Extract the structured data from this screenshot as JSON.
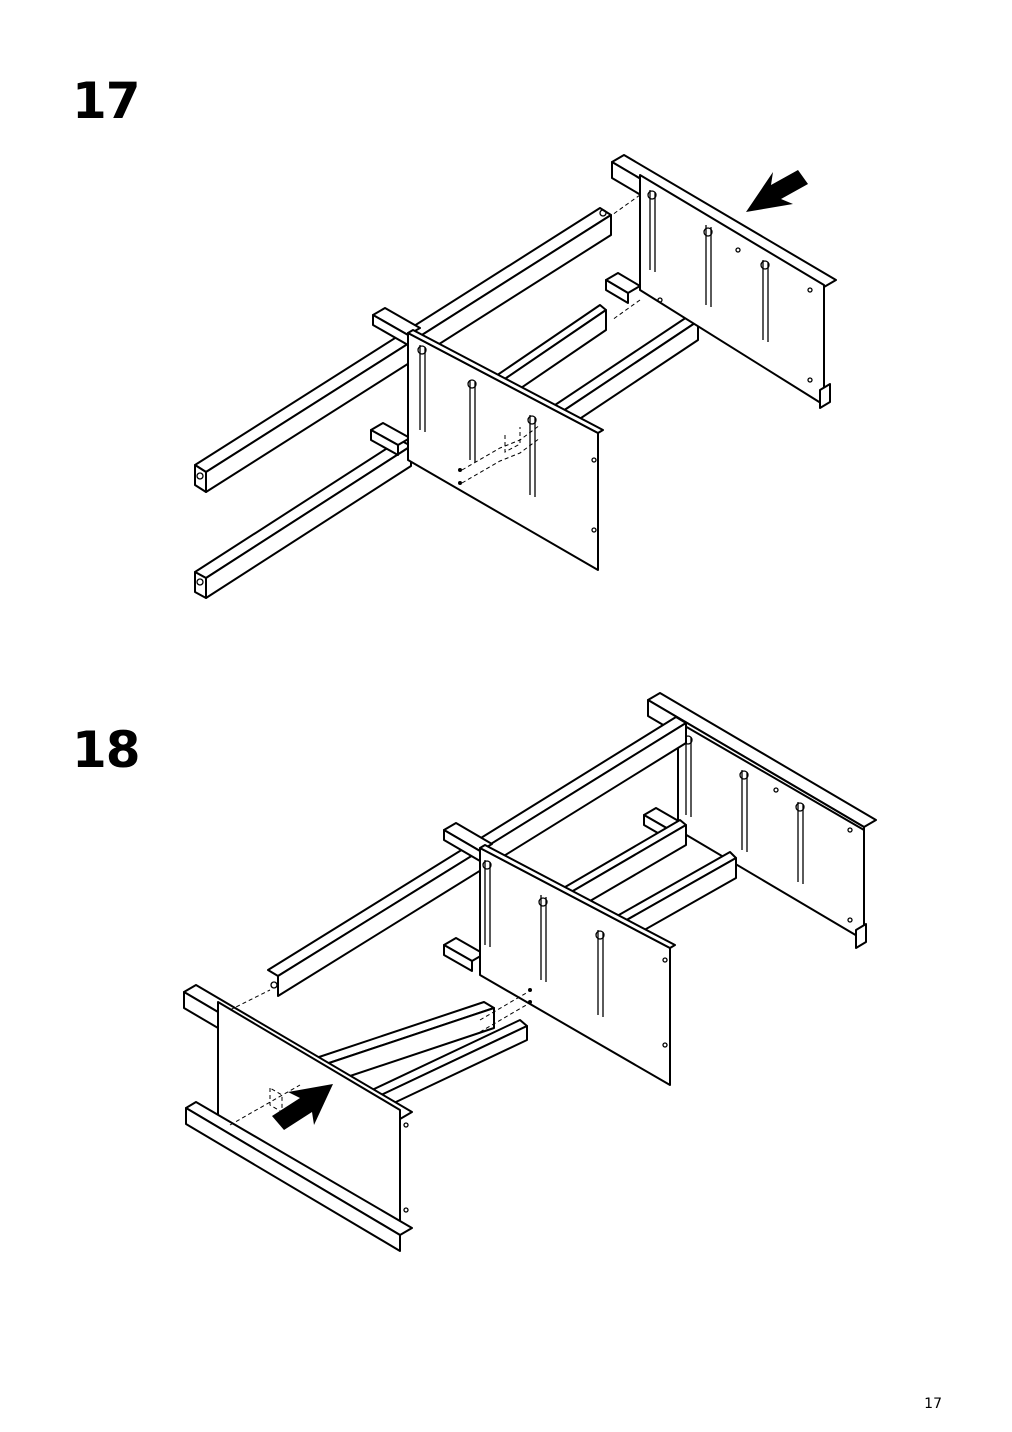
{
  "steps": [
    {
      "number": "17"
    },
    {
      "number": "18"
    }
  ],
  "page": {
    "number": "17"
  },
  "icons": {
    "step17_arrow": "push-direction-arrow-icon",
    "step18_arrow": "push-direction-arrow-icon"
  }
}
